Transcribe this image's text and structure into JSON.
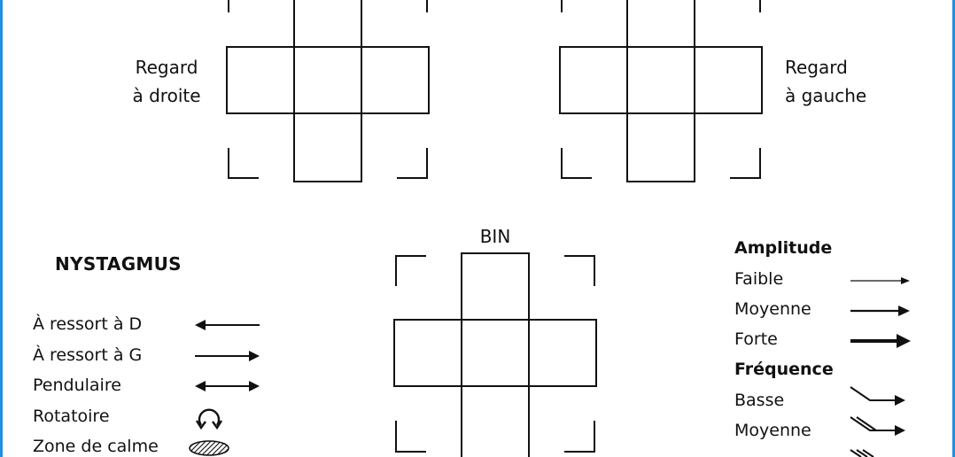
{
  "colors": {
    "frame": "#1e90e0",
    "ink": "#111111",
    "background": "#ffffff"
  },
  "gaze_right": {
    "line1": "Regard",
    "line2": "à droite"
  },
  "gaze_left": {
    "line1": "Regard",
    "line2": "à gauche"
  },
  "bin": {
    "label": "BIN"
  },
  "nystagmus": {
    "title": "NYSTAGMUS",
    "items": [
      {
        "label": "À ressort à D",
        "icon": "arrow-left-icon"
      },
      {
        "label": "À ressort à G",
        "icon": "arrow-right-icon"
      },
      {
        "label": "Pendulaire",
        "icon": "double-arrow-icon"
      },
      {
        "label": "Rotatoire",
        "icon": "rotation-icon"
      },
      {
        "label": "Zone de calme",
        "icon": "hatched-ellipse-icon"
      }
    ]
  },
  "amplitude": {
    "title": "Amplitude",
    "items": [
      {
        "label": "Faible",
        "icon": "thin-arrow-icon"
      },
      {
        "label": "Moyenne",
        "icon": "medium-arrow-icon"
      },
      {
        "label": "Forte",
        "icon": "thick-arrow-icon"
      }
    ]
  },
  "frequence": {
    "title": "Fréquence",
    "items": [
      {
        "label": "Basse",
        "icon": "single-tail-arrow-icon"
      },
      {
        "label": "Moyenne",
        "icon": "double-tail-arrow-icon"
      }
    ]
  }
}
